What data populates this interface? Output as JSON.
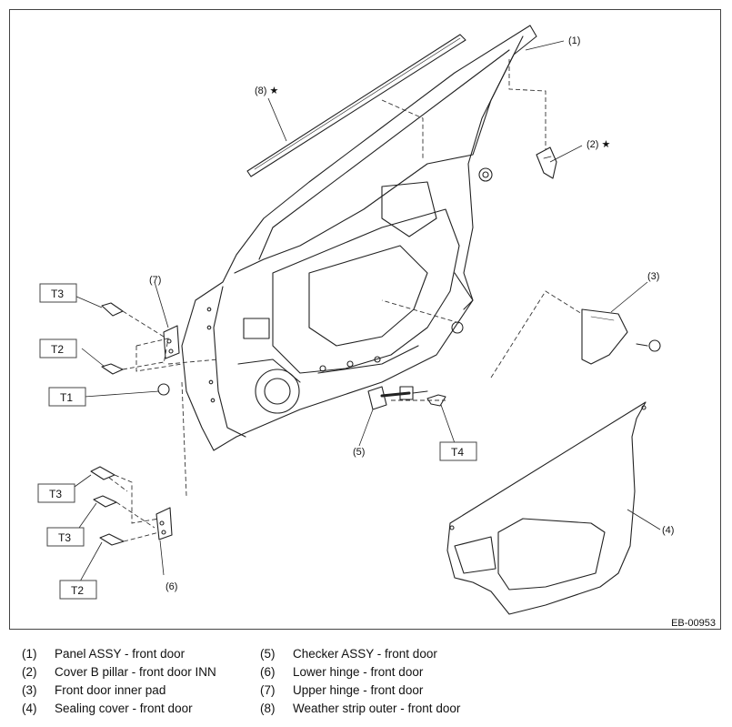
{
  "diagram": {
    "code": "EB-00953",
    "callouts": {
      "c1": "(1)",
      "c2": "(2) ★",
      "c3": "(3)",
      "c4": "(4)",
      "c5": "(5)",
      "c6": "(6)",
      "c7": "(7)",
      "c8": "(8) ★"
    },
    "torque_labels": {
      "t3a": "T3",
      "t2a": "T2",
      "t1": "T1",
      "t4": "T4",
      "t3b": "T3",
      "t3c": "T3",
      "t2b": "T2"
    }
  },
  "legend": [
    {
      "num": "(1)",
      "text": "Panel ASSY - front door"
    },
    {
      "num": "(2)",
      "text": "Cover B pillar - front door INN"
    },
    {
      "num": "(3)",
      "text": "Front door inner pad"
    },
    {
      "num": "(4)",
      "text": "Sealing cover - front door"
    },
    {
      "num": "(5)",
      "text": "Checker ASSY - front door"
    },
    {
      "num": "(6)",
      "text": "Lower hinge - front door"
    },
    {
      "num": "(7)",
      "text": "Upper hinge - front door"
    },
    {
      "num": "(8)",
      "text": "Weather strip outer - front door"
    }
  ]
}
